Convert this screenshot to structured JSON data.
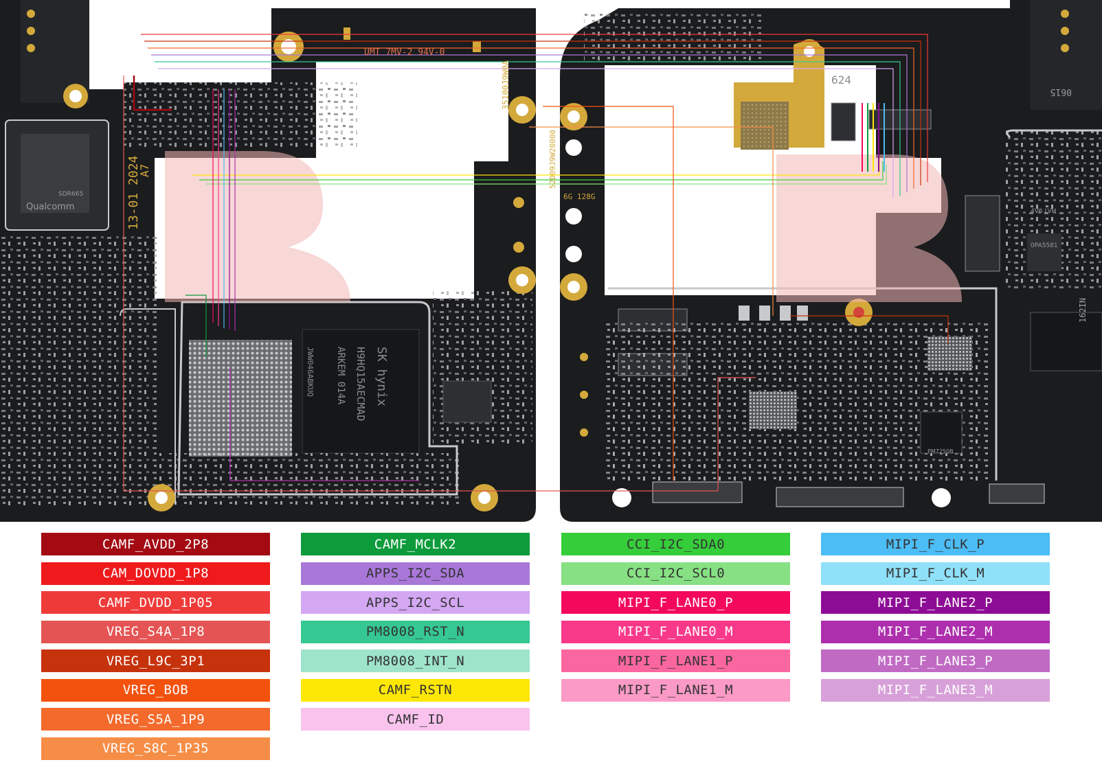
{
  "board": {
    "pcb_color": "#1b1c1e",
    "pad_color": "#d4a93b",
    "watermark_color": "#f2b6b6",
    "left_labels": {
      "date": "13-01 2024",
      "code": "A7",
      "umt": "UMT 7MV-2 94V-0",
      "part": "35100J9W0A",
      "qualcomm": "Qualcomm",
      "qcom_sub": "SDR665",
      "mem_brand": "SK hynix",
      "mem_part": "H9HQ15AECMAD",
      "mem_code": "ARKEM 014A",
      "mem_sub": "JWW046ABKUQ"
    },
    "right_labels": {
      "code_a": "52D09J9W20000",
      "spec": "6G 128G",
      "conn_id": "624",
      "pmic": "PM7250B",
      "side_a": "4V6 LVH",
      "side_b": "0PA5581",
      "corner": "0615",
      "corner_b": "162IN"
    }
  },
  "legend": [
    {
      "label": "CAMF_AVDD_2P8",
      "color": "#a30a12",
      "text": "dark"
    },
    {
      "label": "CAM_DOVDD_1P8",
      "color": "#ee1a1c",
      "text": "dark"
    },
    {
      "label": "CAMF_DVDD_1P05",
      "color": "#ef3a3a",
      "text": "dark"
    },
    {
      "label": "VREG_S4A_1P8",
      "color": "#e55454",
      "text": "dark"
    },
    {
      "label": "VREG_L9C_3P1",
      "color": "#c6320c",
      "text": "dark"
    },
    {
      "label": "VREG_BOB",
      "color": "#f3510e",
      "text": "dark"
    },
    {
      "label": "VREG_S5A_1P9",
      "color": "#f36a2c",
      "text": "dark"
    },
    {
      "label": "VREG_S8C_1P35",
      "color": "#f68d47",
      "text": "dark"
    },
    {
      "label": "CAMF_MCLK2",
      "color": "#0d9b3b",
      "text": "dark"
    },
    {
      "label": "APPS_I2C_SDA",
      "color": "#a877d8",
      "text": "light"
    },
    {
      "label": "APPS_I2C_SCL",
      "color": "#d3a7f2",
      "text": "light"
    },
    {
      "label": "PM8008_RST_N",
      "color": "#35c892",
      "text": "light"
    },
    {
      "label": "PM8008_INT_N",
      "color": "#9ee4cb",
      "text": "light"
    },
    {
      "label": "CAMF_RSTN",
      "color": "#fde705",
      "text": "light"
    },
    {
      "label": "CAMF_ID",
      "color": "#f9c3ee",
      "text": "light"
    },
    {
      "label": "CCI_I2C_SDA0",
      "color": "#35ce3a",
      "text": "light"
    },
    {
      "label": "CCI_I2C_SCL0",
      "color": "#87e083",
      "text": "light"
    },
    {
      "label": "MIPI_F_LANE0_P",
      "color": "#f3085c",
      "text": "dark"
    },
    {
      "label": "MIPI_F_LANE0_M",
      "color": "#f8398a",
      "text": "dark"
    },
    {
      "label": "MIPI_F_LANE1_P",
      "color": "#fa67a0",
      "text": "light"
    },
    {
      "label": "MIPI_F_LANE1_M",
      "color": "#fb9ac6",
      "text": "light"
    },
    {
      "label": "MIPI_F_CLK_P",
      "color": "#4cbdf5",
      "text": "light"
    },
    {
      "label": "MIPI_F_CLK_M",
      "color": "#8fe0f9",
      "text": "light"
    },
    {
      "label": "MIPI_F_LANE2_P",
      "color": "#8d0c95",
      "text": "dark"
    },
    {
      "label": "MIPI_F_LANE2_M",
      "color": "#ad2fad",
      "text": "dark"
    },
    {
      "label": "MIPI_F_LANE3_P",
      "color": "#c06ac4",
      "text": "dark"
    },
    {
      "label": "MIPI_F_LANE3_M",
      "color": "#d7a0d9",
      "text": "dark"
    }
  ]
}
